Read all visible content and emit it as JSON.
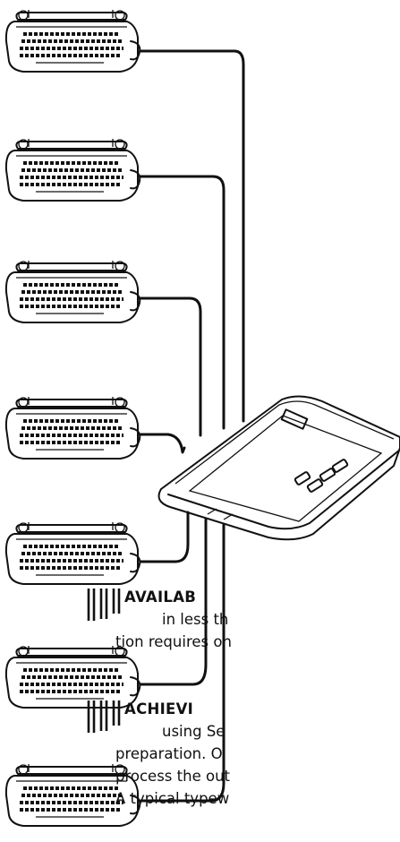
{
  "paragraphs": [
    {
      "heading": "AVAILAB",
      "lines": [
        "in less th",
        "tion requires on"
      ]
    },
    {
      "heading": "ACHIEVI",
      "lines": [
        "using Se",
        "preparation. O",
        "process the out",
        "A typical typew"
      ]
    }
  ]
}
